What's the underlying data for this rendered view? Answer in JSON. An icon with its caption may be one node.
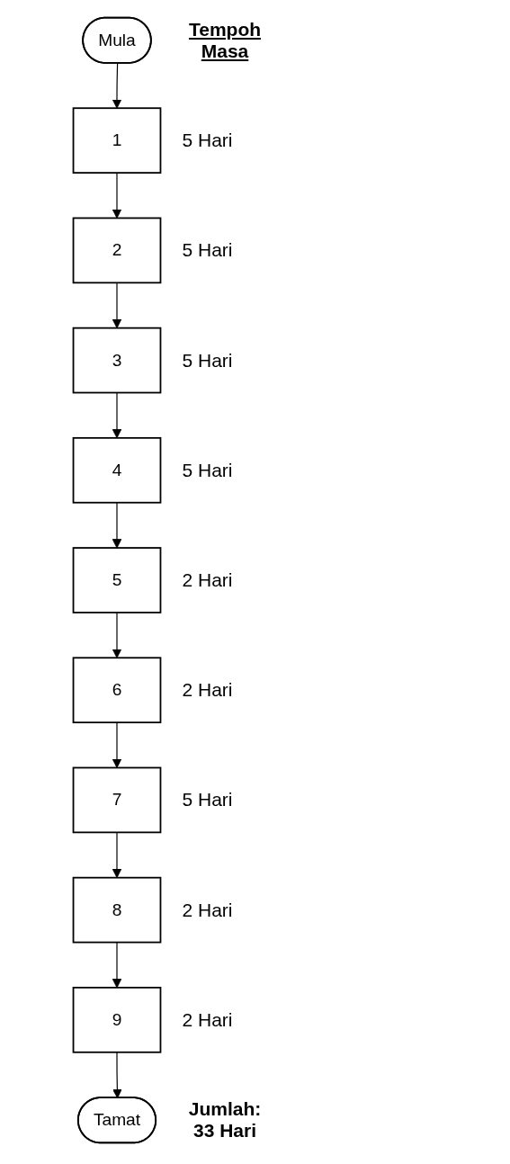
{
  "diagram": {
    "nodes": [
      {
        "text": [
          "Mula"
        ]
      },
      {
        "text": [
          "1"
        ],
        "beside": [
          "5 Hari"
        ]
      },
      {
        "text": [
          "2"
        ],
        "beside": [
          "5 Hari"
        ]
      },
      {
        "text": [
          "3"
        ],
        "beside": [
          "5 Hari"
        ]
      },
      {
        "text": [
          "4"
        ],
        "beside": [
          "5 Hari"
        ]
      },
      {
        "text": [
          "5"
        ],
        "beside": [
          "2 Hari"
        ]
      },
      {
        "text": [
          "6"
        ],
        "beside": [
          "2 Hari"
        ]
      },
      {
        "text": [
          "7"
        ],
        "beside": [
          "5 Hari"
        ]
      },
      {
        "text": [
          "8"
        ],
        "beside": [
          "2 Hari"
        ]
      },
      {
        "text": [
          "9"
        ],
        "beside": [
          "2 Hari"
        ]
      },
      {
        "text": [
          "Tamat"
        ]
      }
    ],
    "edges": [
      {
        "from": 0,
        "to": 1,
        "arrow": "to"
      },
      {
        "from": 1,
        "to": 2,
        "arrow": "to"
      },
      {
        "from": 2,
        "to": 3,
        "arrow": "to"
      },
      {
        "from": 3,
        "to": 4,
        "arrow": "to"
      },
      {
        "from": 4,
        "to": 5,
        "arrow": "to"
      },
      {
        "from": 5,
        "to": 6,
        "arrow": "to"
      },
      {
        "from": 6,
        "to": 7,
        "arrow": "to"
      },
      {
        "from": 7,
        "to": 8,
        "arrow": "to"
      },
      {
        "from": 8,
        "to": 9,
        "arrow": "to"
      },
      {
        "from": 9,
        "to": 10,
        "arrow": "to"
      }
    ],
    "labels": [
      "Tempoh Masa",
      "Jumlah: 33 Hari"
    ]
  }
}
